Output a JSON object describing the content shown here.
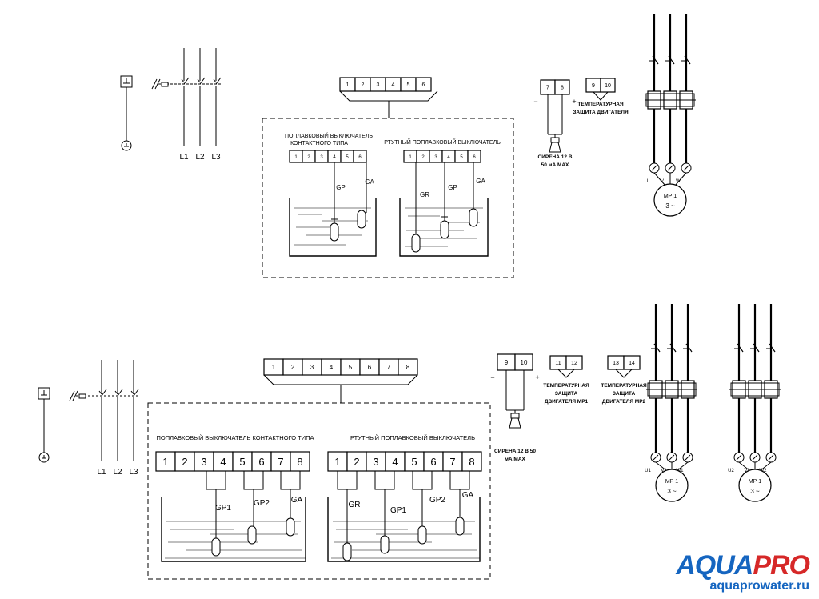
{
  "top": {
    "terminal_nums": [
      "1",
      "2",
      "3",
      "4",
      "5",
      "6"
    ],
    "siren_terms": [
      "7",
      "8"
    ],
    "temp_terms": [
      "9",
      "10"
    ],
    "siren_minus": "−",
    "siren_plus": "+",
    "siren_label": [
      "СИРЕНА 12 В",
      "50 мА MAX"
    ],
    "temp_label": [
      "ТЕМПЕРАТУРНАЯ",
      "ЗАЩИТА ДВИГАТЕЛЯ"
    ],
    "contact_title": [
      "ПОПЛАВКОВЫЙ ВЫКЛЮЧАТЕЛЬ",
      "КОНТАКТНОГО ТИПА"
    ],
    "mercury_title": "РТУТНЫЙ ПОПЛАВКОВЫЙ ВЫКЛЮЧАТЕЛЬ",
    "float_labels_contact": [
      "GP",
      "GA"
    ],
    "float_labels_mercury": [
      "GR",
      "GP",
      "GA"
    ],
    "phase_labels": [
      "L1",
      "L2",
      "L3"
    ],
    "motor_terminals": [
      "U",
      "V",
      "W"
    ],
    "motor_name": "МР 1",
    "motor_type": "3 ~"
  },
  "bottom": {
    "terminal_nums": [
      "1",
      "2",
      "3",
      "4",
      "5",
      "6",
      "7",
      "8"
    ],
    "siren_terms": [
      "9",
      "10"
    ],
    "temp1_terms": [
      "11",
      "12"
    ],
    "temp2_terms": [
      "13",
      "14"
    ],
    "siren_minus": "−",
    "siren_plus": "+",
    "siren_label": [
      "СИРЕНА 12 В 50",
      "мА MAX"
    ],
    "temp1_label": [
      "ТЕМПЕРАТУРНАЯ",
      "ЗАЩИТА",
      "ДВИГАТЕЛЯ МР1"
    ],
    "temp2_label": [
      "ТЕМПЕРАТУРНАЯ",
      "ЗАЩИТА",
      "ДВИГАТЕЛЯ МР2"
    ],
    "contact_title": "ПОПЛАВКОВЫЙ ВЫКЛЮЧАТЕЛЬ КОНТАКТНОГО ТИПА",
    "mercury_title": "РТУТНЫЙ ПОПЛАВКОВЫЙ ВЫКЛЮЧАТЕЛЬ",
    "float_labels_contact": [
      "GP1",
      "GP2",
      "GA"
    ],
    "float_labels_mercury": [
      "GR",
      "GP1",
      "GP2",
      "GA"
    ],
    "phase_labels": [
      "L1",
      "L2",
      "L3"
    ],
    "motor1_terminals": [
      "U1",
      "V1",
      "W1"
    ],
    "motor2_terminals": [
      "U2",
      "V2",
      "W2"
    ],
    "motor1_name": "МР 1",
    "motor2_name": "МР 1",
    "motor_type": "3 ~"
  },
  "logo": {
    "brand_part1": "AQUA",
    "brand_part2": "PRO",
    "url": "aquaprowater.ru",
    "color_blue": "#1565c0",
    "color_red": "#d62828"
  }
}
